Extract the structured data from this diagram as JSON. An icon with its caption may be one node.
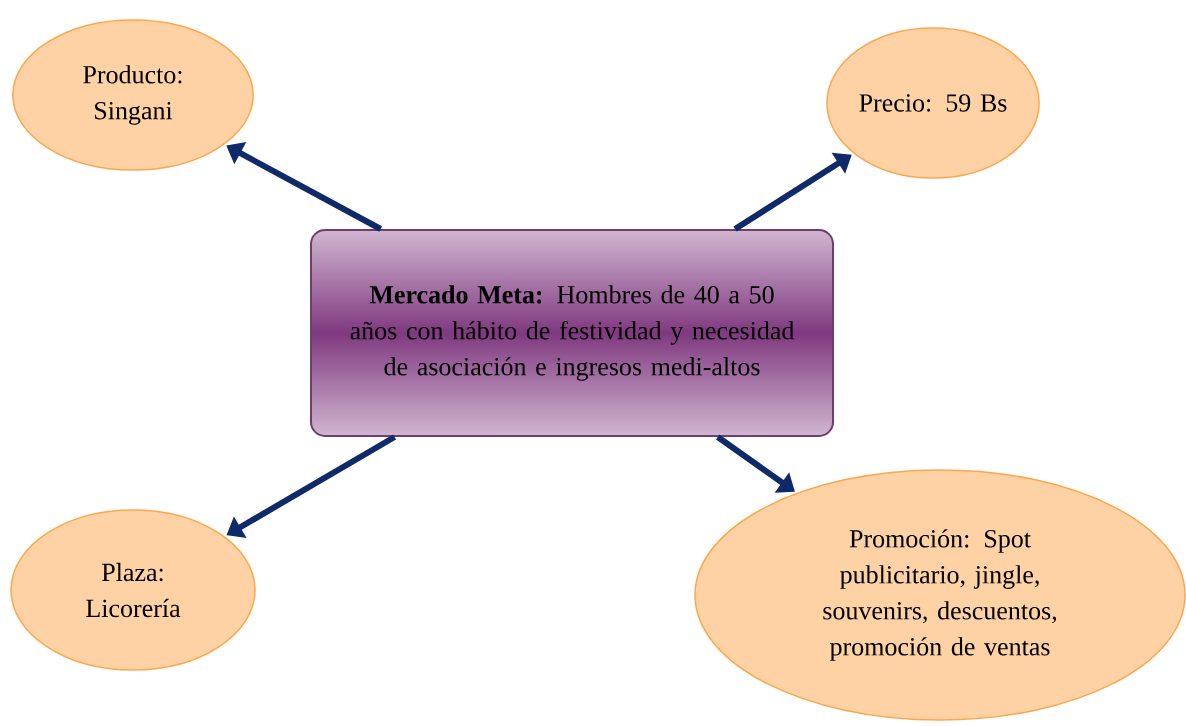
{
  "diagram": {
    "nodes": [
      {
        "text": [
          "**Mercado Meta:** Hombres de 40 a 50 años con hábito de festividad y necesidad de asociación e ingresos medi-altos"
        ]
      },
      {
        "text": [
          "Producto: Singani"
        ]
      },
      {
        "text": [
          "Precio: 59 Bs"
        ]
      },
      {
        "text": [
          "Plaza: Licorería"
        ]
      },
      {
        "text": [
          "Promoción: Spot publicitario, jingle, souvenirs, descuentos, promoción de ventas"
        ]
      }
    ],
    "edges": [
      {
        "from": 0,
        "to": 1,
        "arrow": "to"
      },
      {
        "from": 0,
        "to": 2,
        "arrow": "to"
      },
      {
        "from": 0,
        "to": 3,
        "arrow": "to"
      },
      {
        "from": 0,
        "to": 4,
        "arrow": "to"
      }
    ]
  }
}
